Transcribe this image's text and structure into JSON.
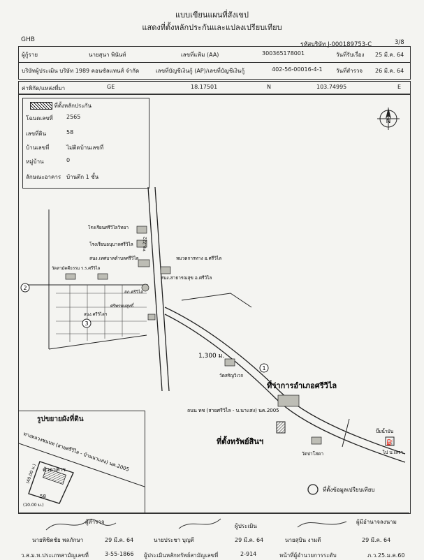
{
  "doc": {
    "title_line1": "แบบเขียนแผนที่สังเขป",
    "title_line2": "แสดงที่ตั้งหลักประกันและแปลงเปรียบเทียบ",
    "org": "GHB",
    "code": "รหัสบริษัท J-000189753-C",
    "page": "3/8"
  },
  "header": {
    "applicant_label": "ผู้กู้ราย",
    "applicant_value": "นายสุนา พินันท์",
    "file_label": "เลขที่แฟ้ม (AA)",
    "file_value": "300365178001",
    "received_label": "วันที่รับเรื่อง",
    "received_value": "25 มี.ค. 64",
    "company_label": "บริษัทผู้ประเมิน บริษัท 1989 คอนซัลแทนส์ จำกัด",
    "account_label": "เลขที่บัญชีเงินกู้ (AP)/เลขที่บัญชีเงินกู้",
    "account_value": "402-56-00016-4-1",
    "survey_label": "วันที่สำรวจ",
    "survey_value": "26 มี.ค. 64"
  },
  "location": {
    "label": "ค่าพิกัด/แหล่งที่มา",
    "source": "GE",
    "lat": "18.17501",
    "n": "N",
    "lon": "103.74995",
    "e": "E"
  },
  "legend": {
    "collateral_label": "ที่ตั้งหลักประกัน",
    "deed_label": "โฉนดเลขที่",
    "deed_value": "2565",
    "land_label": "เลขที่ดิน",
    "land_value": "58",
    "house_label": "บ้านเลขที่",
    "house_value": "ไม่ติดบ้านเลขที่",
    "village_label": "หมู่บ้าน",
    "village_value": "0",
    "building_label": "ลักษณะอาคาร",
    "building_value": "บ้านตึก 1 ชั้น"
  },
  "map": {
    "school1": "โรงเรียนศรีวิไลวิทยา",
    "school2": "โรงเรียนอนุบาลศรีวิไล",
    "municipality": "สนง.เทศบาลตำบลศรีวิไล",
    "highway_office": "หมวดการทาง อ.ศรีวิไล",
    "health": "สนง.สาธารณสุข อ.ศรีวิไล",
    "temple1": "วัดสามัคคีธรรม",
    "school3": "ร.ร.ศรีวิไล",
    "police": "สภ.ศรีวิไล",
    "temple2": "ศรีพรหมสุทธิ์",
    "district_office_small": "สนง.ศรีวิไลฯ",
    "route_label": "ทล.222",
    "distance": "1,300 ม.",
    "temple3": "วัดสรัญวิเวก",
    "district_office": "ที่ว่าการอำเภอศรีวิไล",
    "road_label": "ถนน ทช (สายศรีวิไล - บ.นาแสง) นค.2005",
    "property": "ที่ตั้งทรัพย์สินฯ",
    "temple4": "วัดปาโสดา",
    "gas_station": "ปั๊มน้ำมัน",
    "to_label": "ไป บ.เลรา",
    "marker1": "1",
    "marker2": "2",
    "marker3": "3",
    "comp_legend": "ที่ตั้งข้อมูลเปรียบเทียบ",
    "north": "N"
  },
  "inset": {
    "title": "รูปขยายผังที่ดิน",
    "road": "ทางหลวงชนบท (สายศรีวิไล - บ้านนาแสง) นค.2005",
    "structure": "ตัวอาคาร",
    "lot": "58",
    "dim1": "(40.00 ม.)",
    "dim2": "(10.00 ม.)"
  },
  "footer": {
    "surveyor_label": "ผู้สำรวจ",
    "surveyor_name": "นายพิชิตชัย พลภักษา",
    "surveyor_date": "29 มี.ค. 64",
    "surveyor_id": "ว.ส.ม.ท.ประเภทสามัญเลขที่",
    "surveyor_no": "3-55-1866",
    "appraiser_name": "นายประชา บุญตี",
    "appraiser_date": "29 มี.ค. 64",
    "appraiser_role": "ผู้ประเมินหลักทรัพย์สามัญเลขที่",
    "appraiser_no": "2-914",
    "reviewer_label": "ผู้ประเมิน",
    "reviewer_name": "นายสุบิน งามดี",
    "reviewer_date": "29 มี.ค. 64",
    "reviewer_role": "หน้าที่ผู้อำนวยการระดับ",
    "reviewer_no": "ภ.ว.25.ม.ค.60",
    "approver_label": "ผู้มีอำนาจลงนาม"
  }
}
